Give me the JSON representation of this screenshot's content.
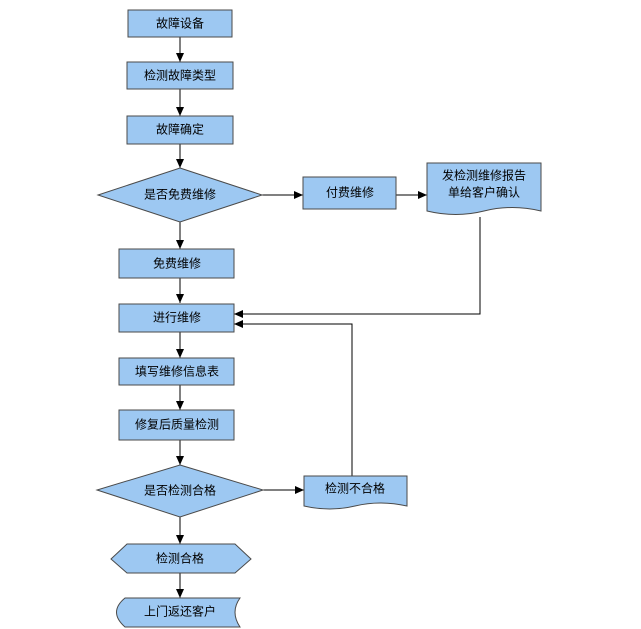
{
  "colors": {
    "fill": "#9DC8F2",
    "stroke": "#4A4A4A",
    "connector": "#000000",
    "background": "#FFFFFF"
  },
  "nodes": {
    "fault_device": "故障设备",
    "detect_fault_type": "检测故障类型",
    "fault_confirm": "故障确定",
    "is_free_repair": "是否免费维修",
    "paid_repair": "付费维修",
    "report_line1": "发检测维修报告",
    "report_line2": "单给客户确认",
    "free_repair": "免费维修",
    "do_repair": "进行维修",
    "fill_form": "填写维修信息表",
    "post_repair_check": "修复后质量检测",
    "is_check_pass": "是否检测合格",
    "check_fail": "检测不合格",
    "check_pass": "检测合格",
    "return_customer": "上门返还客户"
  }
}
